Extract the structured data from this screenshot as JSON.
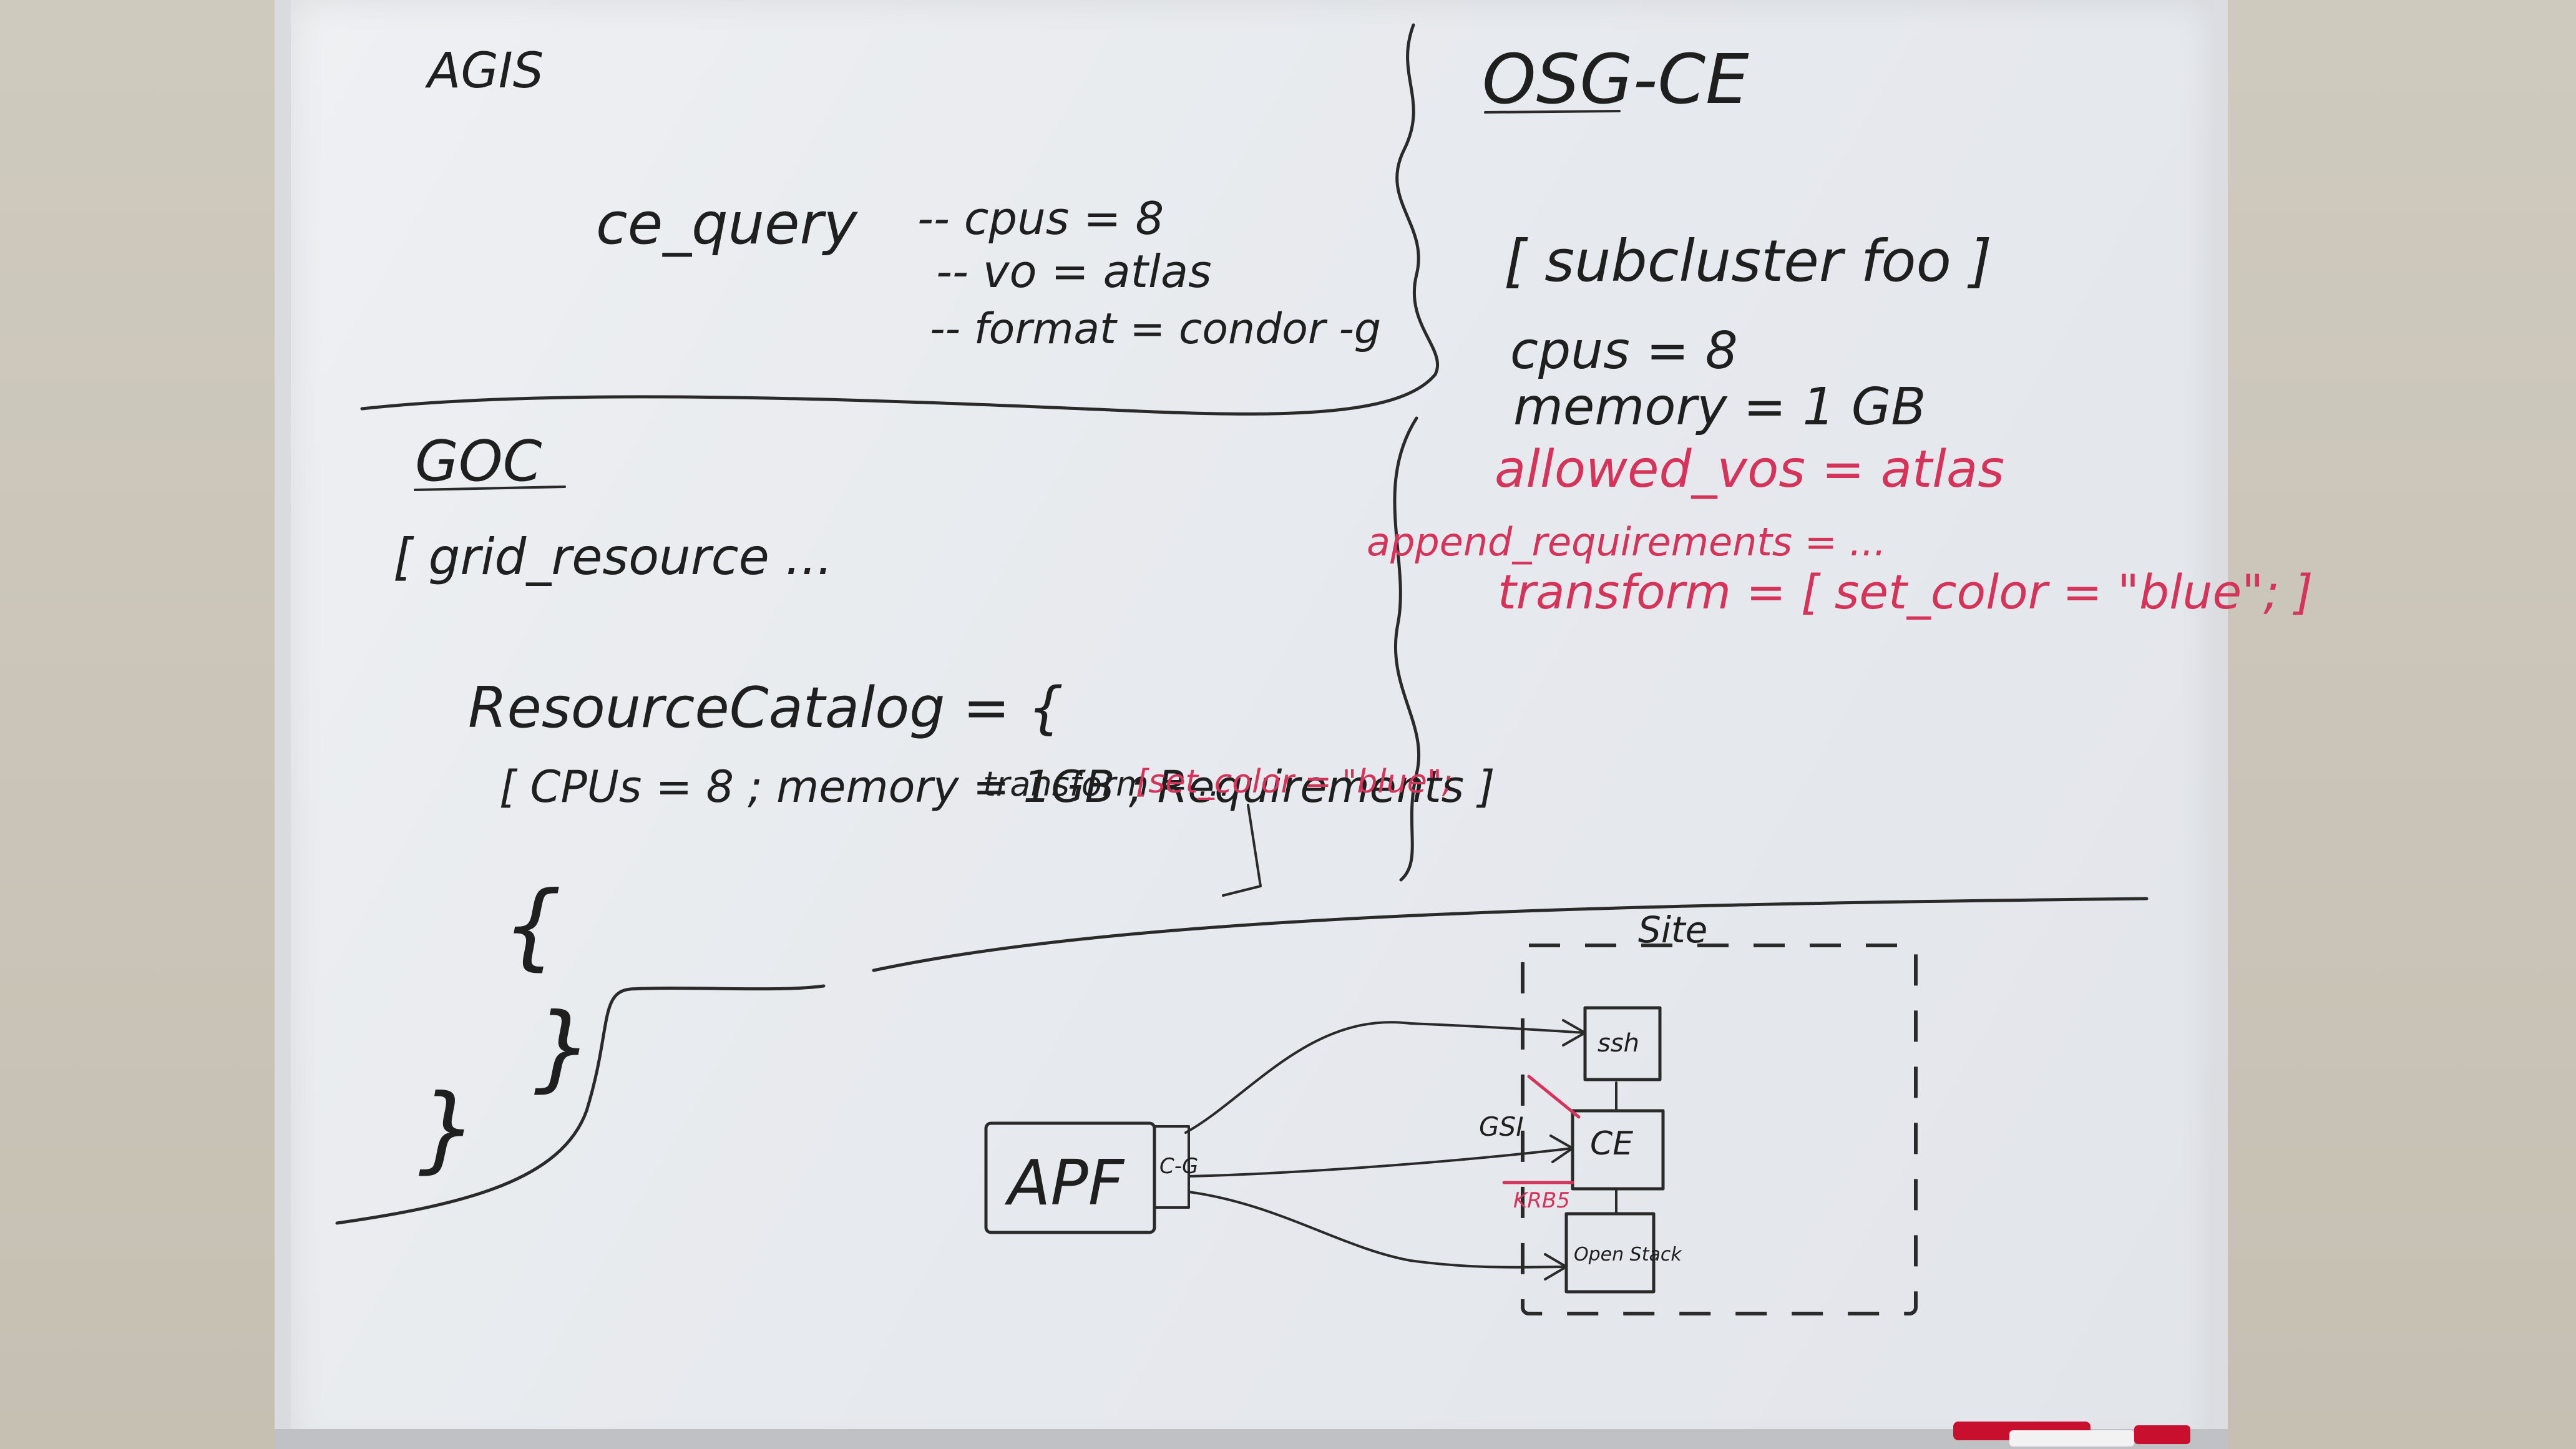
{
  "agis": {
    "title": "AGIS",
    "command": "ce_query",
    "opt_cpus": "-- cpus = 8",
    "opt_vo": "-- vo = atlas",
    "opt_format": "-- format = condor -g"
  },
  "goc": {
    "title": "GOC",
    "grid_resource": "[ grid_resource ...",
    "resource_catalog": "ResourceCatalog = {",
    "catalog_entry": "[ CPUs = 8 ; memory = 1GB ; Requirements ]",
    "transform_label": "transform = ...",
    "transform_value": "[set_color = \"blue\";",
    "brace_open": "{",
    "brace_close_inner": "}",
    "brace_close_outer": "}"
  },
  "osg_ce": {
    "title": "OSG-CE",
    "subcluster": "[ subcluster foo ]",
    "cpus": "cpus = 8",
    "memory": "memory = 1 GB",
    "allowed_vos": "allowed_vos = atlas",
    "append_requirements": "append_requirements = ...",
    "transform": "transform = [ set_color = \"blue\"; ]"
  },
  "site": {
    "title": "Site",
    "apf": "APF",
    "apf_tag": "C-G",
    "ssh": "ssh",
    "ce": "CE",
    "openstack": "Open Stack",
    "gsi_label": "GSI",
    "krb_label": "KRB5"
  },
  "colors": {
    "black_ink": "#1f1f1f",
    "red_ink": "#d6335a",
    "board": "#e9ecef"
  }
}
